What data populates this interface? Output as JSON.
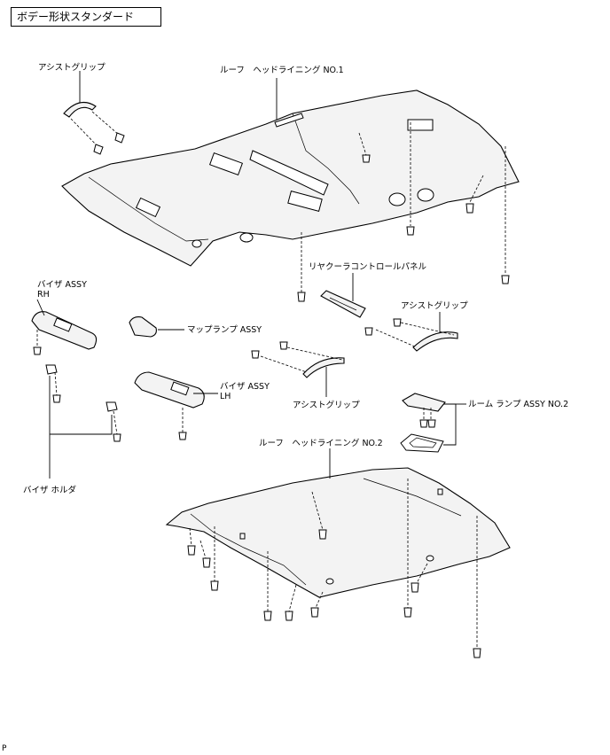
{
  "header": {
    "title": "ボデー形状スタンダード"
  },
  "labels": {
    "assist_grip_top": "アシストグリップ",
    "roof_headlining_no1": "ルーフ　ヘッドライニング NO.1",
    "rear_cooler_panel": "リヤクーラコントロールパネル",
    "visor_rh_line1": "バイザ ASSY",
    "visor_rh_line2": "RH",
    "map_lamp": "マップランプ ASSY",
    "assist_grip_right": "アシストグリップ",
    "visor_lh_line1": "バイザ ASSY",
    "visor_lh_line2": "LH",
    "assist_grip_center": "アシストグリップ",
    "room_lamp_no2": "ルーム ランプ ASSY NO.2",
    "roof_headlining_no2": "ルーフ　ヘッドライニング NO.2",
    "visor_holder": "バイザ ホルダ"
  },
  "footer": {
    "mark": "P"
  }
}
